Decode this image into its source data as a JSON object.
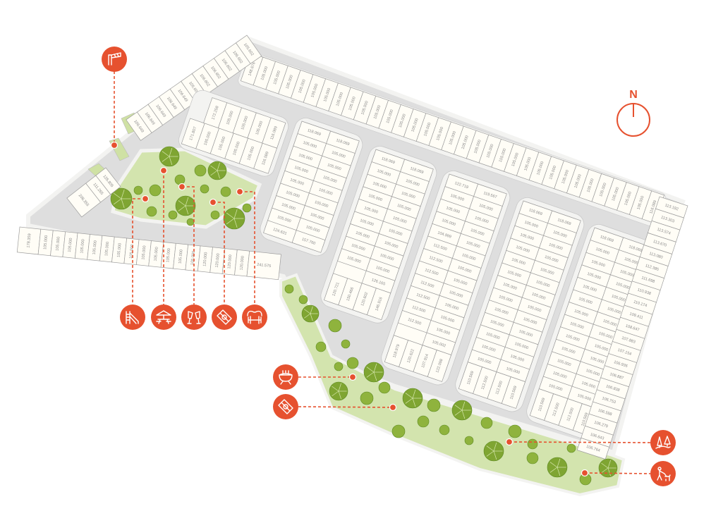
{
  "map": {
    "north_label": "N"
  },
  "colors": {
    "accent": "#e6512f",
    "road": "#dedede",
    "sidewalk": "#f3f3f1",
    "lot_fill": "#fffdf6",
    "lot_stroke": "#9d9d9d",
    "park": "#d3e4ae",
    "tree_dark": "#6f9a2b",
    "tree_light": "#9dbb4c"
  },
  "lots": {
    "top_row": [
      "148.676",
      "105.000",
      "105.000",
      "105.000",
      "105.000",
      "105.000",
      "105.000",
      "105.000",
      "105.000",
      "105.000",
      "105.000",
      "105.000",
      "105.000",
      "105.000",
      "105.000",
      "105.000",
      "105.000",
      "105.000",
      "105.000",
      "105.000",
      "105.000",
      "105.000",
      "105.000",
      "105.000",
      "105.000",
      "105.000",
      "105.000",
      "105.000",
      "105.000",
      "105.000",
      "105.000",
      "105.000",
      "116.089"
    ],
    "northwest_strip": [
      "105.602",
      "106.602",
      "106.602",
      "106.602",
      "106.602",
      "105.602",
      "106.649",
      "106.649",
      "106.649",
      "106.649",
      "106.649"
    ],
    "upper_block": {
      "top": [
        "172.258",
        "105.000",
        "105.000",
        "105.000",
        "116.089"
      ],
      "bottom": [
        "171.807",
        "105.000",
        "105.000",
        "105.000",
        "105.000",
        "116.089"
      ]
    },
    "west_small": [
      "126.805",
      "111.265",
      "208.355"
    ],
    "south_row": [
      "178.359",
      "105.000",
      "105.000",
      "105.000",
      "105.000",
      "105.000",
      "105.000",
      "105.000",
      "105.000",
      "105.000",
      "105.000",
      "105.000",
      "105.000",
      "105.000",
      "120.000",
      "120.000",
      "120.000",
      "120.000",
      "241.575"
    ],
    "block_1": {
      "left": [
        "118.069",
        "105.000",
        "105.000",
        "105.000",
        "105.000",
        "105.000",
        "105.000",
        "105.000",
        "124.631"
      ],
      "right": [
        "118.069",
        "105.000",
        "105.000",
        "105.000",
        "105.000",
        "105.000",
        "105.000",
        "105.000",
        "157.760"
      ],
      "bottom": []
    },
    "block_2": {
      "left": [
        "118.069",
        "105.000",
        "105.000",
        "105.000",
        "105.000",
        "105.000",
        "105.000",
        "105.000",
        "105.000"
      ],
      "right": [
        "118.069",
        "105.000",
        "105.000",
        "105.000",
        "105.000",
        "105.000",
        "105.000",
        "105.000",
        "105.000",
        "126.165"
      ],
      "bottom": [
        "120.721",
        "150.466",
        "120.602",
        "146.916"
      ]
    },
    "block_3": {
      "left": [
        "122.719",
        "105.000",
        "105.000",
        "105.000",
        "104.999",
        "112.500",
        "112.500",
        "112.500",
        "112.500",
        "112.500",
        "112.500",
        "112.500"
      ],
      "right": [
        "119.567",
        "105.000",
        "105.000",
        "105.000",
        "105.000",
        "105.000",
        "105.000",
        "105.000",
        "105.000",
        "105.000",
        "105.000",
        "105.000",
        "105.002"
      ],
      "bottom": [
        "118.979",
        "120.622",
        "107.914",
        "122.098"
      ]
    },
    "block_4": {
      "left": [
        "118.069",
        "105.000",
        "105.000",
        "105.000",
        "105.000",
        "105.000",
        "105.000",
        "105.000",
        "105.000",
        "105.000",
        "105.000",
        "105.000",
        "105.000"
      ],
      "right": [
        "118.069",
        "105.000",
        "105.000",
        "105.000",
        "105.000",
        "105.000",
        "105.000",
        "105.000",
        "105.000",
        "105.000",
        "105.000",
        "105.000",
        "105.000"
      ],
      "bottom": [
        "110.569",
        "112.500",
        "112.500",
        "110.569"
      ]
    },
    "block_5": {
      "left": [
        "118.069",
        "105.000",
        "105.000",
        "105.000",
        "105.000",
        "105.000",
        "105.000",
        "105.000",
        "105.000",
        "105.000",
        "105.000",
        "105.000",
        "105.000"
      ],
      "right": [
        "118.069",
        "105.000",
        "105.000",
        "105.000",
        "105.000",
        "105.000",
        "105.000",
        "105.000",
        "105.000",
        "105.000",
        "105.000",
        "105.000",
        "105.000"
      ],
      "bottom": [
        "110.569",
        "112.500",
        "112.500",
        "110.569"
      ]
    },
    "east_strip": [
      "113.192",
      "113.303",
      "113.574",
      "113.670",
      "113.080",
      "112.385",
      "111.698",
      "110.938",
      "110.174",
      "109.411",
      "108.647",
      "107.883",
      "107.154",
      "106.936",
      "106.887",
      "106.838",
      "106.753",
      "106.598",
      "106.279",
      "106.643",
      "106.764"
    ]
  },
  "amenities": [
    {
      "icon": "gate-barrier-icon"
    },
    {
      "icon": "playground-slide-icon"
    },
    {
      "icon": "picnic-table-icon"
    },
    {
      "icon": "party-toast-icon"
    },
    {
      "icon": "sports-court-icon"
    },
    {
      "icon": "gym-dumbbell-icon"
    },
    {
      "icon": "barbecue-grill-icon"
    },
    {
      "icon": "sports-court-icon"
    },
    {
      "icon": "nature-trail-icon"
    },
    {
      "icon": "pet-walk-icon"
    }
  ]
}
